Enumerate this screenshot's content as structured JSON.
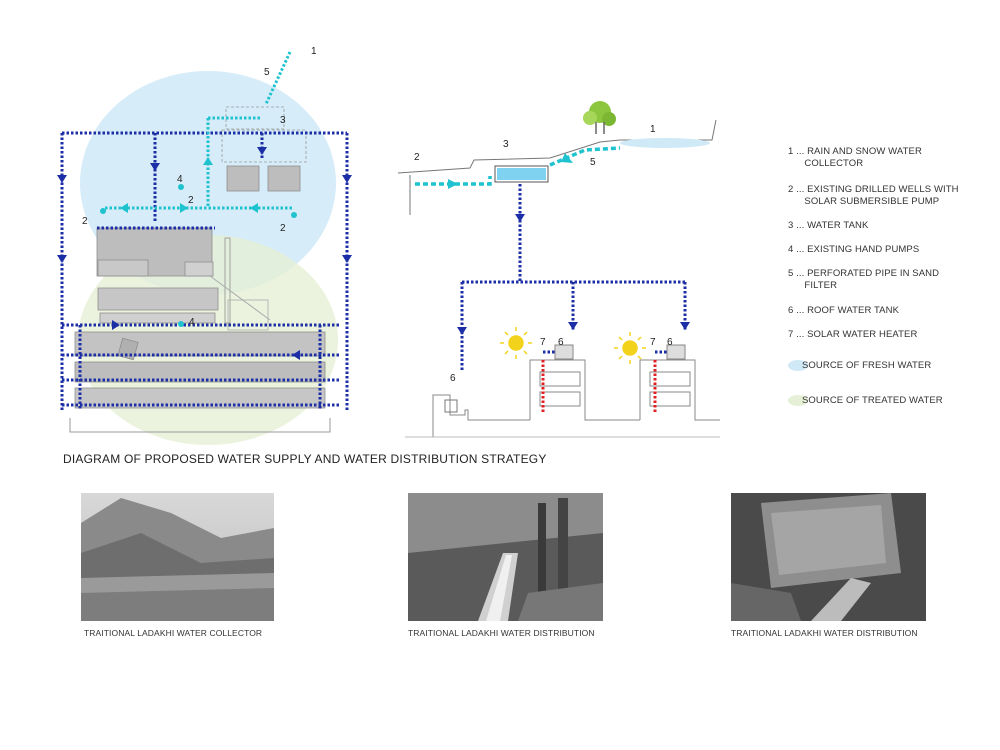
{
  "plan_labels": {
    "n1": "1",
    "n5": "5",
    "n3": "3",
    "n4a": "4",
    "n2a": "2",
    "n2b": "2",
    "n2c": "2",
    "n4b": "4"
  },
  "section_labels": {
    "n1": "1",
    "n2": "2",
    "n3": "3",
    "n5": "5",
    "n6a": "6",
    "n7a": "7",
    "n6b": "6",
    "n7b": "7",
    "n6c": "6"
  },
  "legend": {
    "items": [
      {
        "label": "1 ... RAIN AND SNOW WATER\n      COLLECTOR"
      },
      {
        "label": "2 ... EXISTING DRILLED WELLS WITH\n      SOLAR SUBMERSIBLE PUMP"
      },
      {
        "label": "3 ... WATER TANK"
      },
      {
        "label": "4 ... EXISTING HAND PUMPS"
      },
      {
        "label": "5 ... PERFORATED PIPE IN SAND\n      FILTER"
      },
      {
        "label": "6 ... ROOF WATER TANK"
      },
      {
        "label": "7 ... SOLAR WATER HEATER"
      }
    ],
    "fresh_label": "SOURCE OF FRESH WATER",
    "treated_label": "SOURCE OF TREATED WATER",
    "fresh_color": "#cfe9f7",
    "treated_color": "#e6f0d6"
  },
  "title": "DIAGRAM OF PROPOSED WATER SUPPLY AND WATER DISTRIBUTION STRATEGY",
  "photos": [
    {
      "caption": "TRAITIONAL LADAKHI WATER COLLECTOR"
    },
    {
      "caption": "TRAITIONAL LADAKHI WATER DISTRIBUTION"
    },
    {
      "caption": "TRAITIONAL LADAKHI WATER DISTRIBUTION"
    }
  ],
  "colors": {
    "supply_blue": "#1b2ea6",
    "fresh_cyan": "#1fc3cf",
    "building_gray": "#bdbdbd",
    "heater_red": "#e02020",
    "sun_yellow": "#f3d21c",
    "tree_green": "#8cc63e"
  }
}
